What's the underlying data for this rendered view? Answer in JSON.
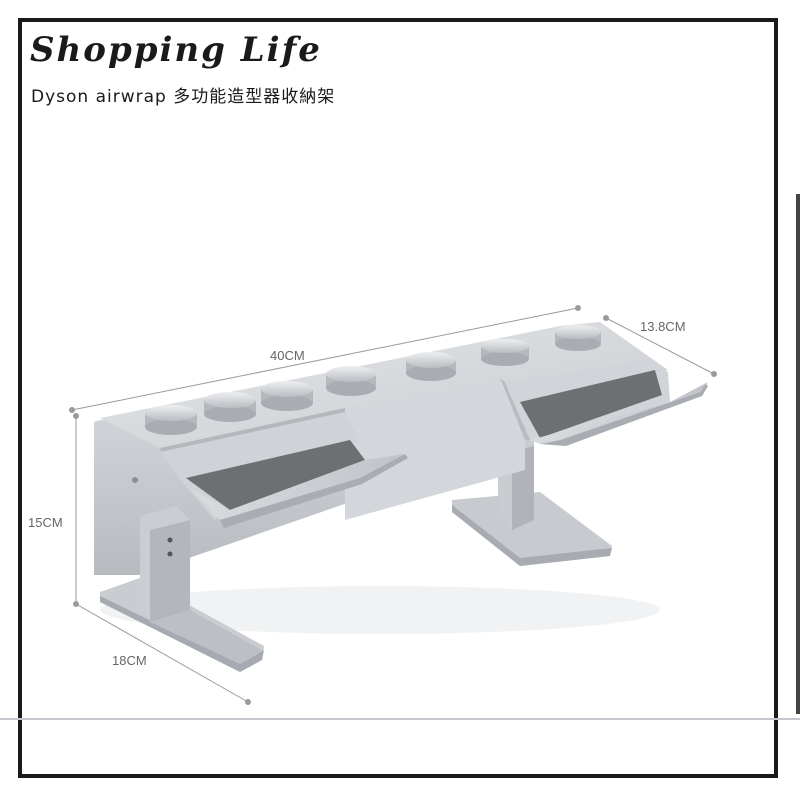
{
  "brand": {
    "title": "Shopping Life"
  },
  "product": {
    "title": "Dyson airwrap 多功能造型器收納架"
  },
  "dimensions": {
    "length": "40CM",
    "depth": "13.8CM",
    "height": "15CM",
    "base": "18CM"
  },
  "colors": {
    "frame": "#1a1a1a",
    "metal": "#c8cbd0",
    "metal_dark": "#9da1a7",
    "insert": "#6d6f73",
    "dimension_text": "#666666"
  }
}
